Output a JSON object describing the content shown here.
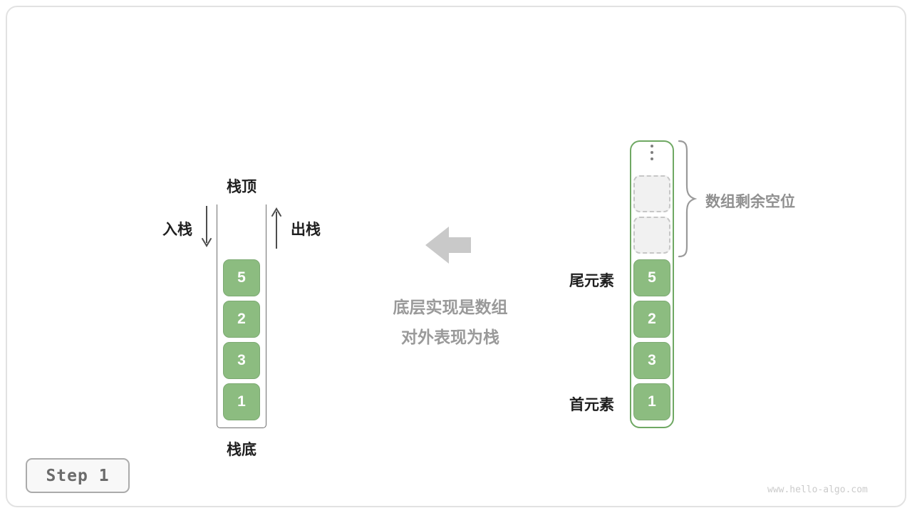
{
  "meta": {
    "step_label": "Step 1",
    "watermark": "www.hello-algo.com"
  },
  "colors": {
    "cell_green": "#8cbc80",
    "cell_green_border": "#7ca972",
    "array_border_green": "#6fa863",
    "muted_text": "#9a9a9a",
    "big_arrow_gray": "#c9c9c9"
  },
  "stack": {
    "top_label": "栈顶",
    "bottom_label": "栈底",
    "push_label": "入栈",
    "pop_label": "出栈",
    "cells": [
      "5",
      "2",
      "3",
      "1"
    ]
  },
  "caption": {
    "line1": "底层实现是数组",
    "line2": "对外表现为栈"
  },
  "array": {
    "tail_label": "尾元素",
    "head_label": "首元素",
    "free_slots_label": "数组剩余空位",
    "empty_slots": 2,
    "cells": [
      "5",
      "2",
      "3",
      "1"
    ]
  }
}
